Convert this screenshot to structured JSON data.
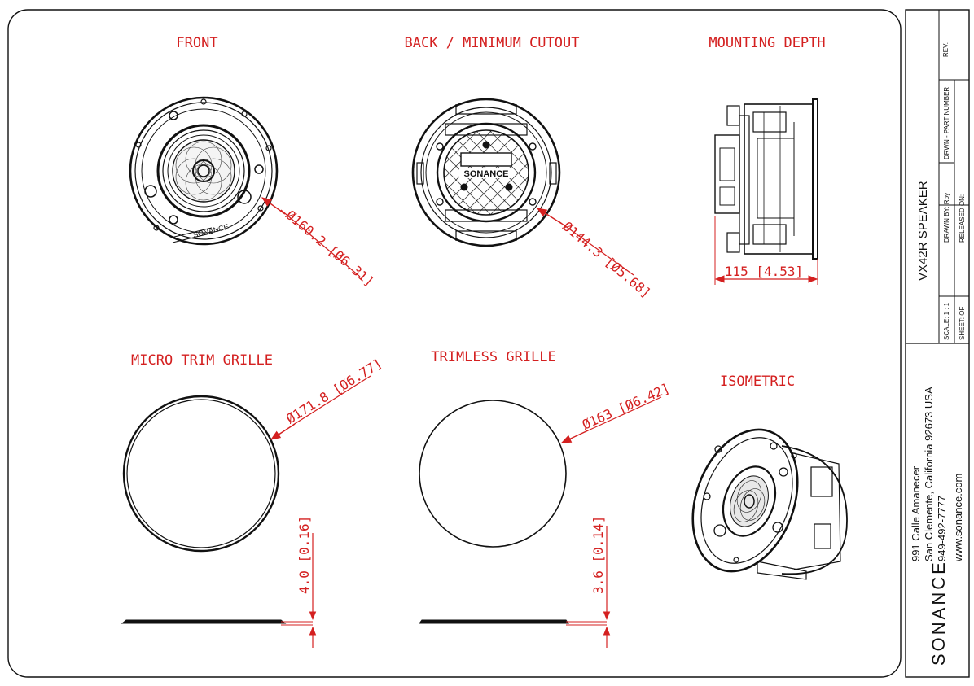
{
  "views": {
    "front": "FRONT",
    "back": "BACK / MINIMUM CUTOUT",
    "depth": "MOUNTING DEPTH",
    "micro_trim": "MICRO TRIM GRILLE",
    "trimless": "TRIMLESS GRILLE",
    "isometric": "ISOMETRIC"
  },
  "dimensions": {
    "front_dia": "Ø160.2 [Ø6.31]",
    "back_dia": "Ø144.3 [Ø5.68]",
    "depth": "115 [4.53]",
    "micro_dia": "Ø171.8 [Ø6.77]",
    "micro_thick": "4.0 [0.16]",
    "trimless_dia": "Ø163 [Ø6.42]",
    "trimless_thick": "3.6 [0.14]"
  },
  "brand_mark": "SONANCE",
  "title_block": {
    "rev": "REV.",
    "part_number": "DRWN - PART NUMBER",
    "title": "VX42R SPEAKER",
    "drawn_by": "DRAWN BY: Roy",
    "released_on": "RELEASED ON:",
    "scale": "SCALE: 1 : 1",
    "sheet": "SHEET: OF",
    "address_1": "991 Calle Amanecer",
    "address_2": "San Clemente, California 92673 USA",
    "phone": "949-492-7777",
    "web": "www.sonance.com",
    "logo": "SONANCE"
  },
  "colors": {
    "annotation": "#d42020",
    "linework": "#111111"
  }
}
